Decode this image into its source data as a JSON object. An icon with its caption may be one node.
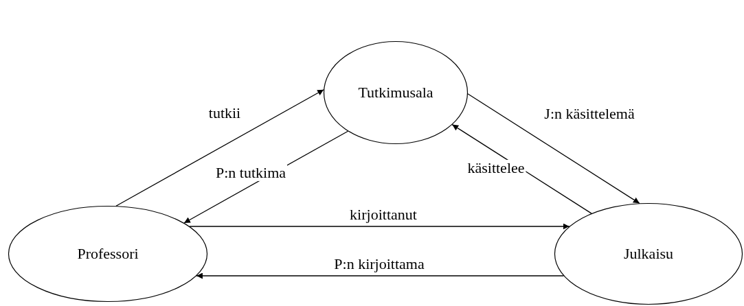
{
  "diagram": {
    "nodes": [
      {
        "text": [
          "Tutkimusala"
        ]
      },
      {
        "text": [
          "Professori"
        ]
      },
      {
        "text": [
          "Julkaisu"
        ]
      }
    ],
    "edges": [
      {
        "from": 1,
        "to": 0,
        "arrow": "to",
        "label": "tutkii"
      },
      {
        "from": 0,
        "to": 1,
        "arrow": "to",
        "label": "P:n tutkima"
      },
      {
        "from": 0,
        "to": 2,
        "arrow": "to",
        "label": "J:n käsittelemä"
      },
      {
        "from": 2,
        "to": 0,
        "arrow": "to",
        "label": "käsittelee"
      },
      {
        "from": 1,
        "to": 2,
        "arrow": "to",
        "label": "kirjoittanut"
      },
      {
        "from": 2,
        "to": 1,
        "arrow": "to",
        "label": "P:n kirjoittama"
      }
    ]
  }
}
